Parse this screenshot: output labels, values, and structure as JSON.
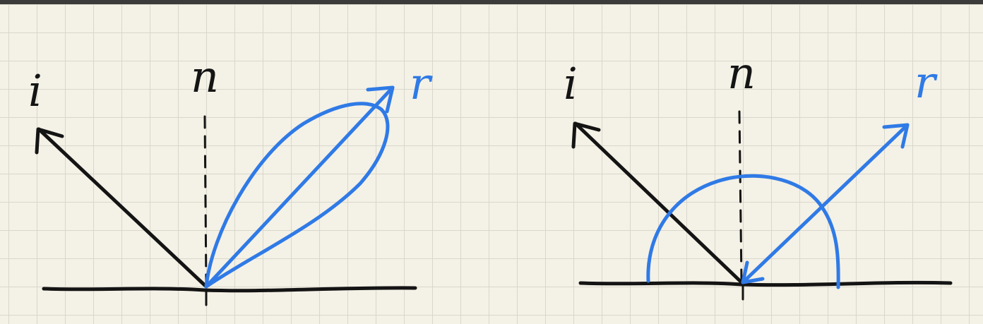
{
  "diagrams": [
    {
      "labels": {
        "incident": "i",
        "normal": "n",
        "reflected": "r"
      }
    },
    {
      "labels": {
        "incident": "i",
        "normal": "n",
        "reflected": "r"
      }
    }
  ],
  "colors": {
    "ink": "#141414",
    "accent": "#2f7ae6",
    "paper": "#f4f1e6",
    "grid": "#d9d6cb"
  }
}
